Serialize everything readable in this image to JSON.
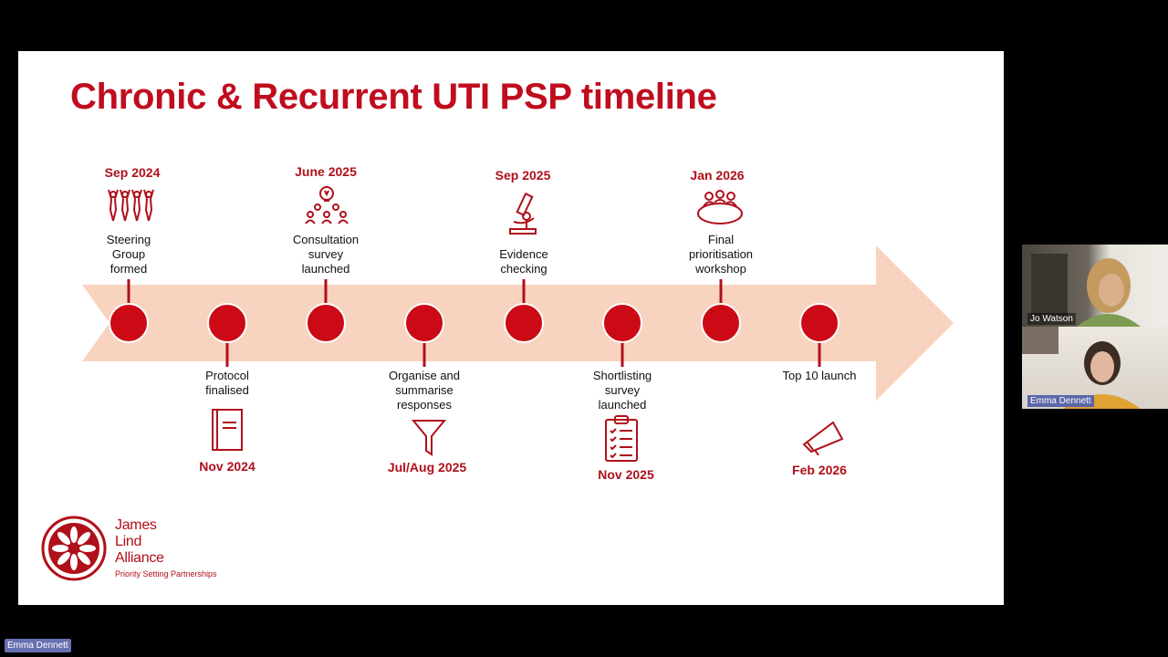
{
  "slide": {
    "title": "Chronic & Recurrent UTI PSP timeline",
    "colors": {
      "accent": "#c00d1e",
      "arrow": "#f8d3bf",
      "dot": "#cc0a16"
    },
    "milestones_above": [
      {
        "date": "Sep 2024",
        "label": "Steering Group formed",
        "icon": "people-group-icon"
      },
      {
        "date": "June 2025",
        "label": "Consultation survey launched",
        "icon": "lightbulb-meeting-icon"
      },
      {
        "date": "Sep 2025",
        "label": "Evidence checking",
        "icon": "microscope-icon"
      },
      {
        "date": "Jan 2026",
        "label": "Final prioritisation workshop",
        "icon": "round-table-icon"
      }
    ],
    "milestones_below": [
      {
        "date": "Nov 2024",
        "label": "Protocol finalised",
        "icon": "document-icon"
      },
      {
        "date": "Jul/Aug 2025",
        "label": "Organise and summarise responses",
        "icon": "funnel-icon"
      },
      {
        "date": "Nov 2025",
        "label": "Shortlisting survey launched",
        "icon": "clipboard-checklist-icon"
      },
      {
        "date": "Feb 2026",
        "label": "Top 10 launch",
        "icon": "megaphone-icon"
      }
    ]
  },
  "logo": {
    "line1": "James",
    "line2": "Lind",
    "line3": "Alliance",
    "tagline": "Priority Setting Partnerships"
  },
  "participants": [
    {
      "name": "Jo Watson"
    },
    {
      "name": "Emma Dennett"
    }
  ],
  "active_speaker": "Emma Dennett"
}
